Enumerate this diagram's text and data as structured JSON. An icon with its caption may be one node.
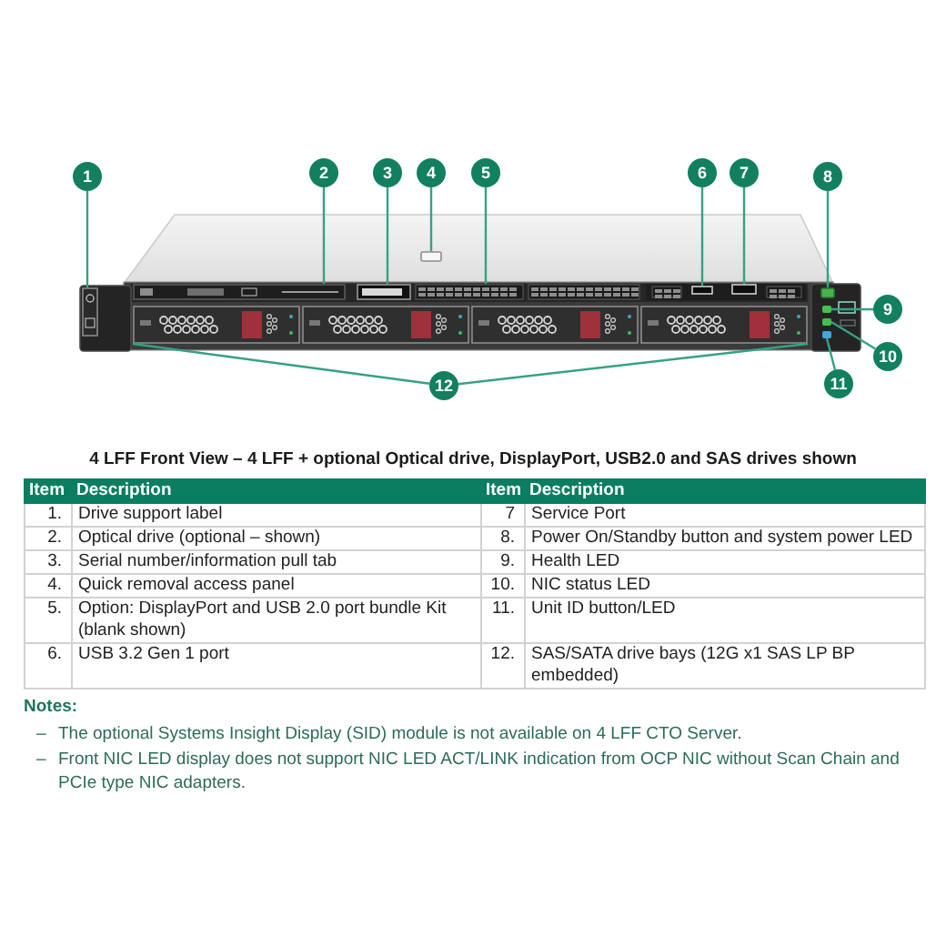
{
  "diagram": {
    "caption": "4 LFF Front View – 4 LFF + optional Optical drive, DisplayPort, USB2.0 and SAS drives shown",
    "nodes": [
      {
        "text": [],
        "shape": "picture"
      },
      {
        "text": [
          "1"
        ]
      },
      {
        "text": [
          "2"
        ]
      },
      {
        "text": [
          "3"
        ]
      },
      {
        "text": [
          "4"
        ]
      },
      {
        "text": [
          "5"
        ]
      },
      {
        "text": [
          "6"
        ]
      },
      {
        "text": [
          "7"
        ]
      },
      {
        "text": [
          "8"
        ]
      },
      {
        "text": [
          "9"
        ]
      },
      {
        "text": [
          "10"
        ]
      },
      {
        "text": [
          "11"
        ]
      },
      {
        "text": [
          "12"
        ]
      },
      {
        "text": [],
        "shape": "box",
        "in": 0
      },
      {
        "text": [],
        "shape": "box",
        "in": 0
      },
      {
        "text": [],
        "shape": "box",
        "in": 0
      },
      {
        "text": [],
        "shape": "box",
        "in": 0
      },
      {
        "text": [],
        "shape": "box",
        "in": 0
      },
      {
        "text": [],
        "shape": "box",
        "in": 0
      },
      {
        "text": [],
        "shape": "box",
        "in": 0
      },
      {
        "text": [],
        "shape": "box",
        "in": 0
      },
      {
        "text": [],
        "shape": "box",
        "in": 0
      },
      {
        "text": [],
        "shape": "box",
        "in": 0
      },
      {
        "text": [],
        "shape": "box",
        "in": 0
      },
      {
        "text": [],
        "shape": "box",
        "in": 0
      },
      {
        "text": [],
        "shape": "box",
        "in": 0
      },
      {
        "text": [],
        "shape": "box",
        "in": 0
      },
      {
        "text": [],
        "shape": "box",
        "in": 0
      }
    ],
    "edges": [
      {
        "from": 1,
        "to": 13,
        "arrow": "none"
      },
      {
        "from": 2,
        "to": 14,
        "arrow": "none"
      },
      {
        "from": 3,
        "to": 15,
        "arrow": "none"
      },
      {
        "from": 4,
        "to": 16,
        "arrow": "none"
      },
      {
        "from": 5,
        "to": 17,
        "arrow": "none"
      },
      {
        "from": 6,
        "to": 18,
        "arrow": "none"
      },
      {
        "from": 7,
        "to": 19,
        "arrow": "none"
      },
      {
        "from": 8,
        "to": 20,
        "arrow": "none"
      },
      {
        "from": 9,
        "to": 21,
        "arrow": "none"
      },
      {
        "from": 10,
        "to": 22,
        "arrow": "none"
      },
      {
        "from": 11,
        "to": 23,
        "arrow": "none"
      },
      {
        "from": 12,
        "to": 24,
        "arrow": "none"
      },
      {
        "from": 12,
        "to": 25,
        "arrow": "none"
      }
    ],
    "labels": [
      "Item",
      "Description",
      "Item",
      "Description",
      "1.",
      "Drive support label",
      "7",
      "Service Port",
      "2.",
      "Optical drive (optional – shown)",
      "8.",
      "Power On/Standby button and system power LED",
      "3.",
      "Serial number/information pull tab",
      "9.",
      "Health LED",
      "4.",
      "Quick removal access panel",
      "10.",
      "NIC status LED",
      "5.",
      "Option: DisplayPort and USB 2.0 port bundle Kit (blank shown)",
      "11.",
      "Unit ID button/LED",
      "6.",
      "USB 3.2 Gen 1 port",
      "12.",
      "SAS/SATA drive bays (12G x1 SAS LP BP embedded)",
      "Notes:",
      "–",
      "The optional Systems Insight Display (SID) module is not available on 4 LFF CTO Server.",
      "–",
      "Front NIC LED display does not support NIC LED ACT/LINK indication from OCP NIC without Scan Chain and PCIe type NIC adapters."
    ]
  }
}
